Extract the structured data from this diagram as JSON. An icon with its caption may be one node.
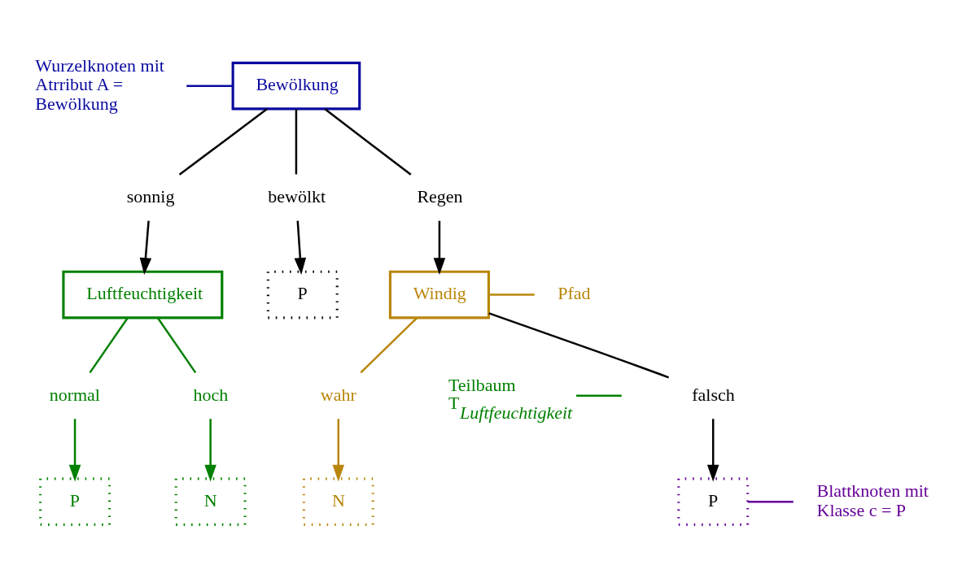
{
  "diagram": {
    "nodes": [
      {
        "text": [
          "Bewölkung"
        ]
      },
      {
        "text": [
          "Wurzelknoten mit Atrribut A = Bewölkung"
        ]
      },
      {
        "text": [
          "sonnig"
        ]
      },
      {
        "text": [
          "bewölkt"
        ]
      },
      {
        "text": [
          "Regen"
        ]
      },
      {
        "text": [
          "Luftfeuchtigkeit"
        ]
      },
      {
        "text": [
          "P"
        ]
      },
      {
        "text": [
          "Windig"
        ]
      },
      {
        "text": [
          "Pfad"
        ]
      },
      {
        "text": [
          "Teilbaum T$_{Luftfeuchtigkeit}$"
        ]
      },
      {
        "text": [
          "hoch"
        ]
      },
      {
        "text": [
          "normal"
        ]
      },
      {
        "text": [
          "wahr"
        ]
      },
      {
        "text": [
          "falsch"
        ]
      },
      {
        "text": [
          "N"
        ]
      },
      {
        "text": [
          "P"
        ]
      },
      {
        "text": [
          "N"
        ]
      },
      {
        "text": [
          "P"
        ]
      },
      {
        "text": [
          "Blattknoten mit Klasse c = P"
        ]
      }
    ],
    "edges": [
      {
        "from": 1,
        "to": 0,
        "arrow": "none",
        "color": "#0a0aa0"
      },
      {
        "from": 0,
        "to": 2,
        "arrow": "none"
      },
      {
        "from": 0,
        "to": 3,
        "arrow": "none"
      },
      {
        "from": 0,
        "to": 4,
        "arrow": "none"
      },
      {
        "from": 2,
        "to": 5,
        "arrow": "to"
      },
      {
        "from": 3,
        "to": 6,
        "arrow": "to"
      },
      {
        "from": 4,
        "to": 7,
        "arrow": "to"
      },
      {
        "from": 7,
        "to": 8,
        "arrow": "none",
        "color": "#b8860b"
      },
      {
        "from": 9,
        "to": null,
        "arrow": "none",
        "color": "#008000"
      },
      {
        "from": 5,
        "to": 10,
        "arrow": "none",
        "color": "#008000"
      },
      {
        "from": 5,
        "to": 11,
        "arrow": "none",
        "color": "#008000"
      },
      {
        "from": 7,
        "to": 12,
        "arrow": "none",
        "color": "#b8860b"
      },
      {
        "from": 7,
        "to": 13,
        "arrow": "none"
      },
      {
        "from": 10,
        "to": 14,
        "arrow": "to",
        "color": "#008000"
      },
      {
        "from": 11,
        "to": 15,
        "arrow": "to",
        "color": "#008000"
      },
      {
        "from": 12,
        "to": 16,
        "arrow": "to",
        "color": "#b8860b"
      },
      {
        "from": 13,
        "to": 17,
        "arrow": "to"
      },
      {
        "from": 17,
        "to": 18,
        "arrow": "none",
        "color": "#660099"
      }
    ]
  }
}
